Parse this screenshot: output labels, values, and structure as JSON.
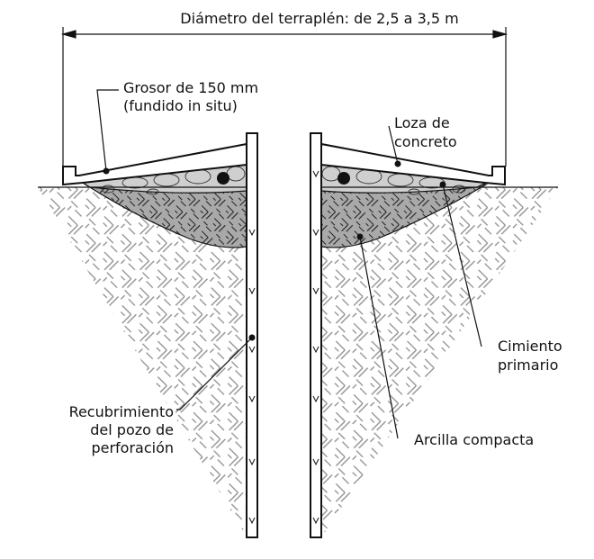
{
  "title": "Diámetro del terraplén: de 2,5 a 3,5 m",
  "labels": {
    "thickness_line1": "Grosor de 150 mm",
    "thickness_line2": "(fundido in situ)",
    "slab_line1": "Loza de",
    "slab_line2": "concreto",
    "footing_line1": "Cimiento",
    "footing_line2": "primario",
    "clay": "Arcilla compacta",
    "casing_line1": "Recubrimiento",
    "casing_line2": "del pozo de",
    "casing_line3": "perforación"
  },
  "colors": {
    "line": "#111111",
    "clay": "#a9a9a9",
    "gravel": "#cfcfcf",
    "soil_hatch": "#8a8a8a"
  }
}
